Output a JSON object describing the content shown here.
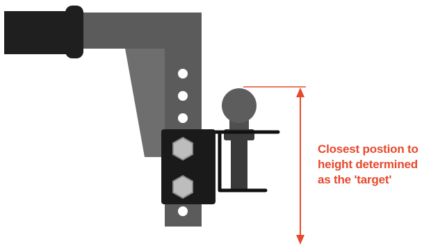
{
  "colors": {
    "receiver_tube": "#1f1f1f",
    "shank": "#5b5b5b",
    "gusset": "#6e6e6e",
    "ball_mount": "#1a1a1a",
    "ball": "#5d5d5d",
    "ball_collar": "#3a3a3a",
    "pin_clip": "#111111",
    "bolt": "#bdbdbd",
    "accent": "#e8482c"
  },
  "callout": {
    "line1": "Closest postion to",
    "line2": "height determined",
    "line3": "as the 'target'"
  }
}
